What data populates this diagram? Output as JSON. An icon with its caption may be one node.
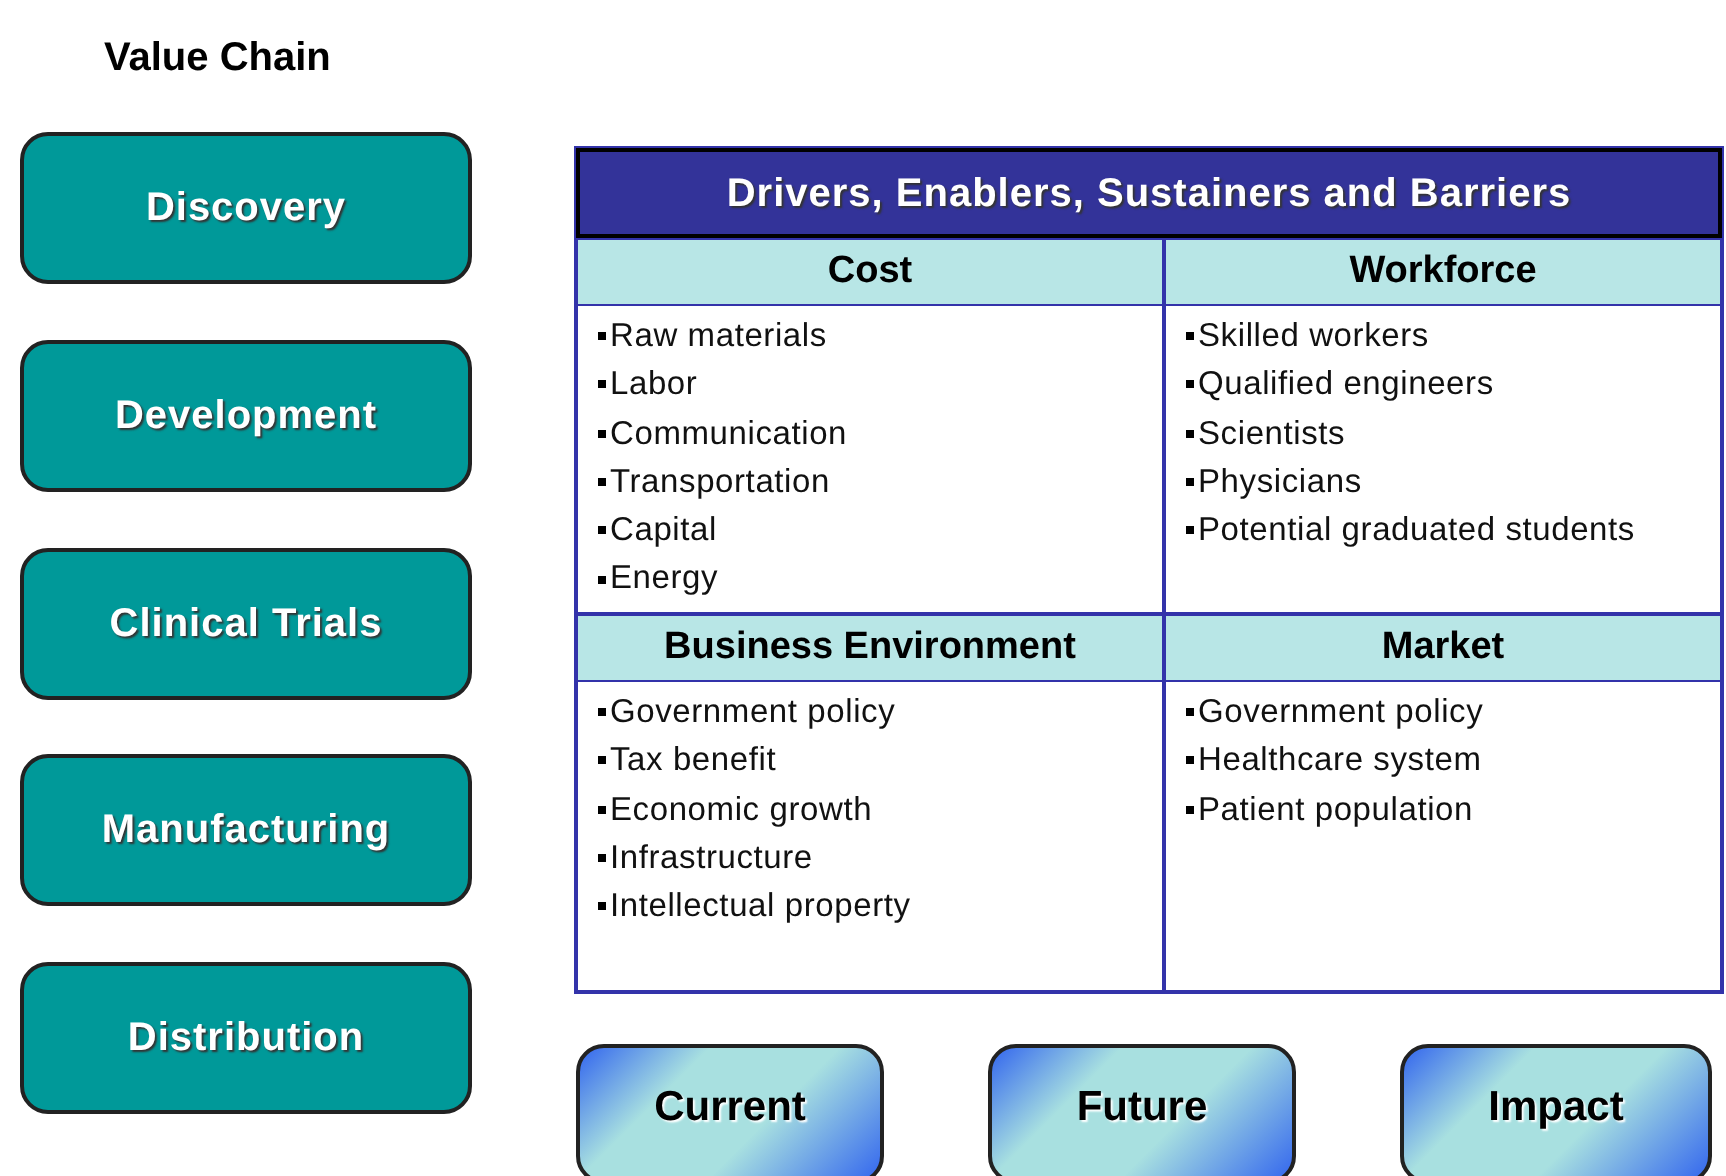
{
  "diagram": {
    "title": "Value Chain",
    "nodes": [
      {
        "text": [
          "Discovery"
        ]
      },
      {
        "text": [
          "Development"
        ]
      },
      {
        "text": [
          "Clinical Trials"
        ]
      },
      {
        "text": [
          "Manufacturing"
        ]
      },
      {
        "text": [
          "Distribution"
        ]
      },
      {
        "text": [
          "Drivers, Enablers, Sustainers and Barriers"
        ]
      },
      {
        "text": [
          "Cost",
          "Raw materials",
          "Labor",
          "Communication",
          "Transportation",
          "Capital",
          "Energy"
        ],
        "in": 5
      },
      {
        "text": [
          "Workforce",
          "Skilled workers",
          "Qualified engineers",
          "Scientists",
          "Physicians",
          "Potential graduated students"
        ],
        "in": 5
      },
      {
        "text": [
          "Business Environment",
          "Government policy",
          "Tax benefit",
          "Economic growth",
          "Infrastructure",
          "Intellectual property"
        ],
        "in": 5
      },
      {
        "text": [
          "Market",
          "Government policy",
          "Healthcare system",
          "Patient population"
        ],
        "in": 5
      },
      {
        "text": [
          "Current"
        ]
      },
      {
        "text": [
          "Future"
        ]
      },
      {
        "text": [
          "Impact"
        ]
      }
    ],
    "edges": []
  }
}
